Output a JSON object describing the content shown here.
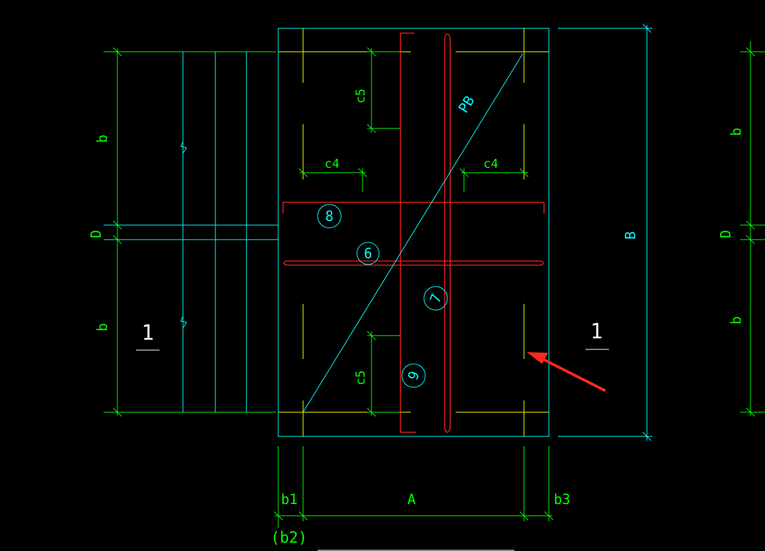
{
  "colors": {
    "background": "#000000",
    "cyan": "#00ffff",
    "green": "#00ff00",
    "red": "#ff2222",
    "yellow": "#ffff00",
    "white": "#ffffff",
    "arrow": "#ff2a1a"
  },
  "labels": {
    "b_top": "b",
    "b_bottom": "b",
    "d_left": "D",
    "b_right_top": "b",
    "b_right_bottom": "b",
    "d_right": "D",
    "big_b": "B",
    "c5_top": "c5",
    "c5_bottom": "c5",
    "c4_left": "c4",
    "c4_right": "c4",
    "pb": "PB",
    "a": "A",
    "b1": "b1",
    "b3": "b3",
    "b2": "(b2)",
    "section_left": "1",
    "section_right": "1"
  },
  "markers": {
    "m6": "6",
    "m7": "7",
    "m8": "8",
    "m9": "9"
  }
}
